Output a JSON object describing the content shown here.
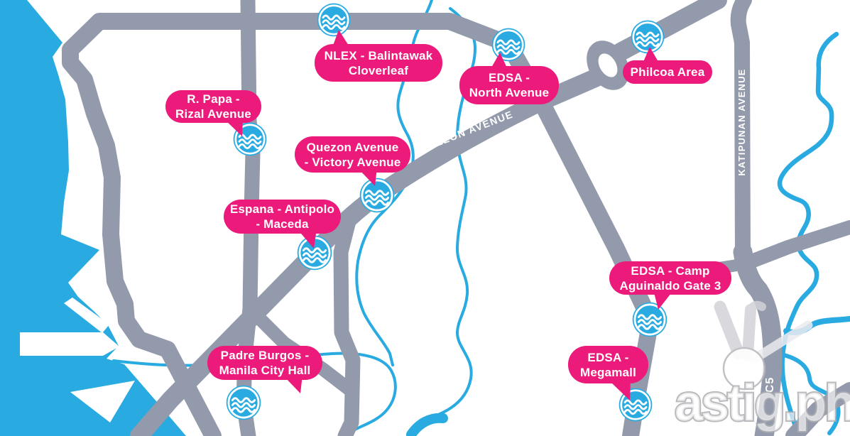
{
  "map": {
    "stations": [
      {
        "id": "nlex-balintawak-cloverleaf",
        "line1": "NLEX - Balintawak",
        "line2": "Cloverleaf"
      },
      {
        "id": "edsa-north-avenue",
        "line1": "EDSA -",
        "line2": "North Avenue"
      },
      {
        "id": "philcoa-area",
        "line1": "Philcoa Area",
        "line2": ""
      },
      {
        "id": "r-papa-rizal-avenue",
        "line1": "R. Papa -",
        "line2": "Rizal Avenue"
      },
      {
        "id": "quezon-avenue-victory-avenue",
        "line1": "Quezon Avenue",
        "line2": "- Victory Avenue"
      },
      {
        "id": "espana-antipolo-maceda",
        "line1": "Espana - Antipolo",
        "line2": "- Maceda"
      },
      {
        "id": "edsa-camp-aguinaldo-gate-3",
        "line1": "EDSA - Camp",
        "line2": "Aguinaldo Gate 3"
      },
      {
        "id": "edsa-megamall",
        "line1": "EDSA -",
        "line2": "Megamall"
      },
      {
        "id": "padre-burgos-manila-city-hall",
        "line1": "Padre Burgos -",
        "line2": "Manila City Hall"
      }
    ],
    "road_labels": {
      "quezon": "QUEZON AVENUE",
      "katipunan": "KATIPUNAN AVENUE",
      "c5": "C5"
    },
    "watermark": "astig.ph",
    "colors": {
      "label_pink": "#EC1A7B",
      "water_blue": "#29ABE2",
      "road_gray": "#939AAB"
    }
  }
}
